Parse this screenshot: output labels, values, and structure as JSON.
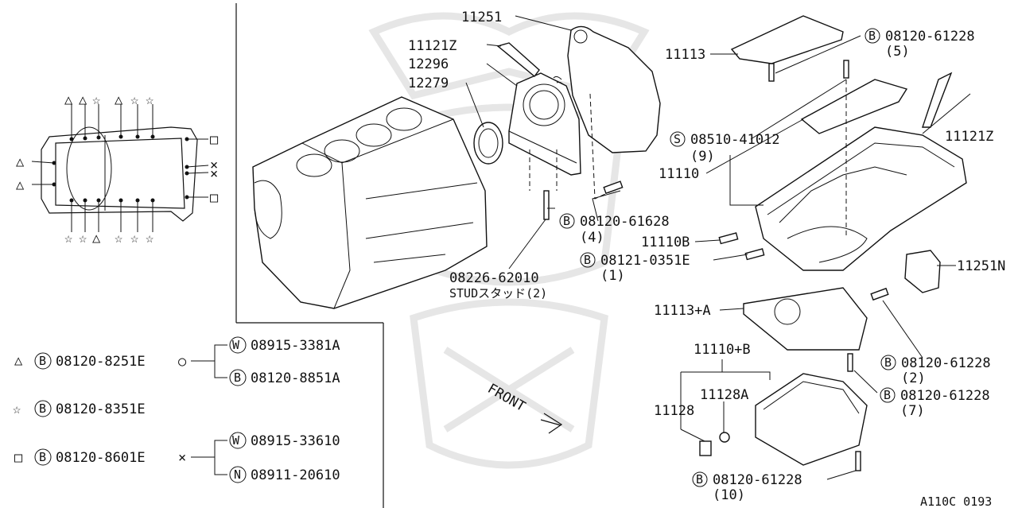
{
  "parts": {
    "p11251": "11251",
    "p11121z_top": "11121Z",
    "p12296": "12296",
    "p12279": "12279",
    "p11113": "11113",
    "b08120_61228_5": "08120-61228",
    "q5": "(5)",
    "s08510_41012": "08510-41012",
    "q9": "(9)",
    "p11121z_right": "11121Z",
    "p11110": "11110",
    "b08120_61628": "08120-61628",
    "q4": "(4)",
    "p11110b": "11110B",
    "b08121_0351e": "08121-0351E",
    "q1": "(1)",
    "p08226_62010": "08226-62010",
    "stud": "STUDスタッド(2)",
    "p11251n": "11251N",
    "p11113a": "11113+A",
    "p11110b_plus": "11110+B",
    "p11128a": "11128A",
    "p11128": "11128",
    "b08120_61228_2": "08120-61228",
    "q2": "(2)",
    "b08120_61228_7": "08120-61228",
    "q7": "(7)",
    "b08120_61228_10": "08120-61228",
    "q10": "(10)",
    "front": "FRONT",
    "code": "A110C 0193"
  },
  "legend": {
    "row1_part": "08120-8251E",
    "row1_w": "08915-3381A",
    "row1_b": "08120-8851A",
    "row2_part": "08120-8351E",
    "row3_part": "08120-8601E",
    "row3_w": "08915-33610",
    "row3_n": "08911-20610"
  },
  "markers": {
    "b": "B",
    "s": "S",
    "w": "W",
    "n": "N",
    "triangle": "△",
    "star": "☆",
    "square": "□",
    "circle": "○",
    "cross": "×"
  }
}
